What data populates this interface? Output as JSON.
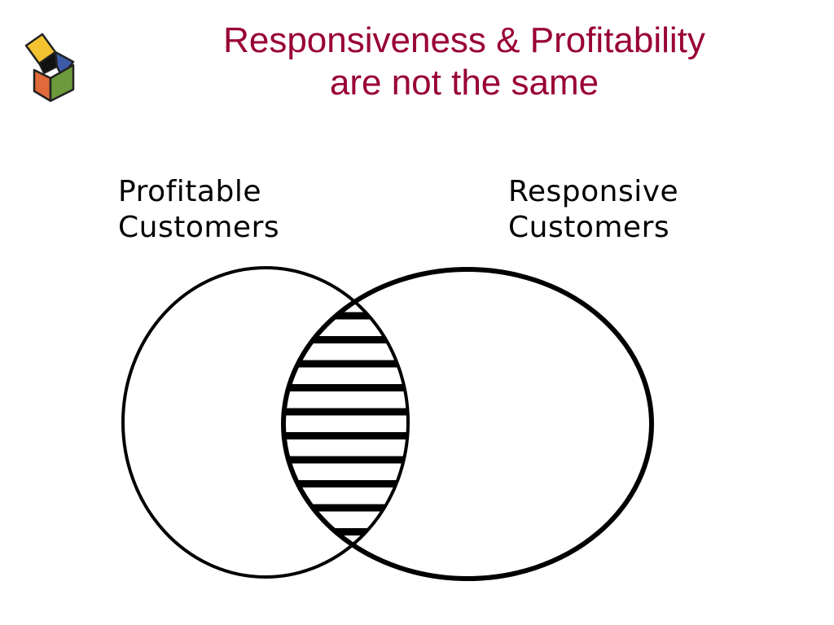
{
  "slide": {
    "title_line1": "Responsiveness & Profitability",
    "title_line2": "are not the same",
    "title_color": "#990033"
  },
  "logo": {
    "icon": "open-box-icon",
    "colors": [
      "#f2c230",
      "#3c5aa8",
      "#6d9a3c",
      "#e06a3a",
      "#111111"
    ]
  },
  "diagram": {
    "left_set": {
      "line1": "Profitable",
      "line2": "Customers"
    },
    "right_set": {
      "line1": "Responsive",
      "line2": "Customers"
    },
    "overlap_fill": "horizontal-stripes",
    "stroke_color": "#000000"
  }
}
